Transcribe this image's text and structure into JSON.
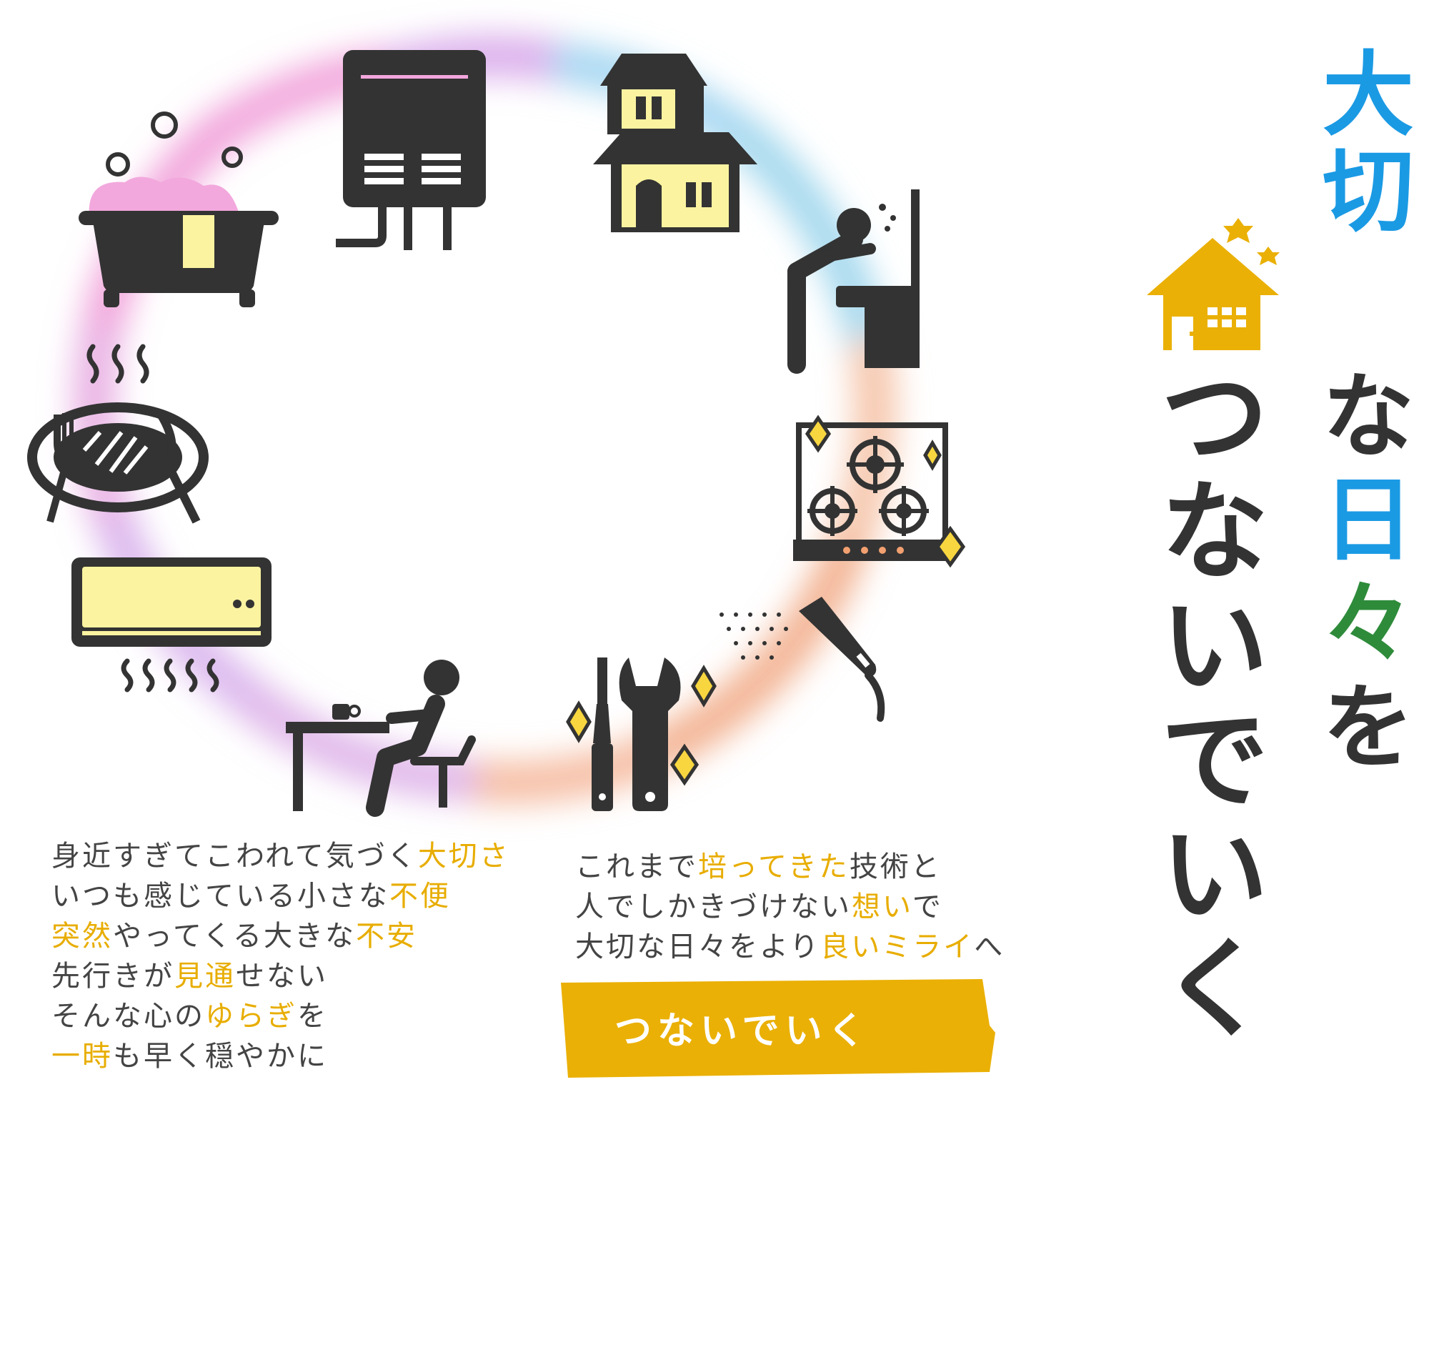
{
  "title": {
    "col1": [
      "大",
      "切",
      "な",
      "日",
      "々",
      "を"
    ],
    "col1_colors": [
      "#1b9ae4",
      "#1b9ae4",
      "#333333",
      "#1b9ae4",
      "#2e8b3a",
      "#333333"
    ],
    "col2": [
      "つ",
      "な",
      "い",
      "で",
      "い",
      "く"
    ]
  },
  "left_paragraph": [
    {
      "plain": "身近すぎてこわれて気づく",
      "highlight": "大切さ",
      "tail": ""
    },
    {
      "plain": "いつも感じている小さな",
      "highlight": "不便",
      "tail": ""
    },
    {
      "plain": "",
      "highlight": "突然",
      "tail": "やってくる大きな",
      "highlight2": "不安"
    },
    {
      "plain": "先行きが",
      "highlight": "見通",
      "tail": "せない"
    },
    {
      "plain": "そんな心の",
      "highlight": "ゆらぎ",
      "tail": "を"
    },
    {
      "plain": "",
      "highlight": "一時",
      "tail": "も早く穏やかに"
    }
  ],
  "right_paragraph": [
    {
      "plain": "これまで",
      "highlight": "培ってきた",
      "tail": "技術と"
    },
    {
      "plain": "人でしかきづけない",
      "highlight": "想い",
      "tail": "で"
    },
    {
      "plain": "大切な日々をより",
      "highlight": "良いミライ",
      "tail": "へ"
    }
  ],
  "button": {
    "label": "つないでいく"
  },
  "colors": {
    "accent_yellow": "#e8ad00",
    "icon_dark": "#333333",
    "icon_fill_yellow": "#fbf3a0",
    "title_blue": "#1b9ae4",
    "title_green": "#2e8b3a"
  },
  "icons": [
    "water-heater-icon",
    "house-icon",
    "washbasin-icon",
    "gas-stove-icon",
    "shower-head-icon",
    "tools-icon",
    "sitting-person-icon",
    "air-conditioner-icon",
    "meal-plate-icon",
    "bathtub-icon"
  ]
}
